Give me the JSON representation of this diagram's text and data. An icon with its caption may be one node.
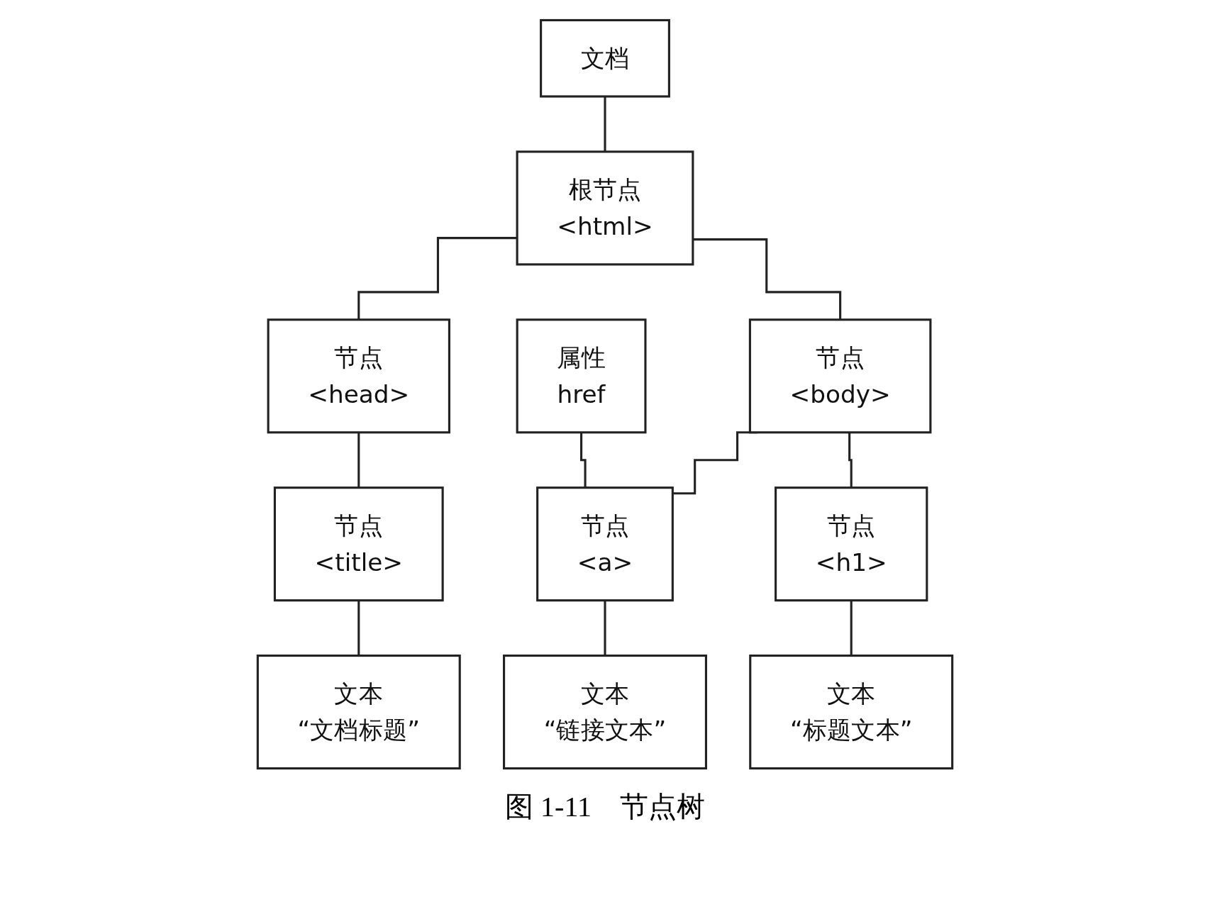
{
  "diagram": {
    "caption": "图 1-11　节点树",
    "nodes": [
      {
        "text": [
          "文档"
        ]
      },
      {
        "text": [
          "根节点",
          "<html>"
        ]
      },
      {
        "text": [
          "节点",
          "<head>"
        ]
      },
      {
        "text": [
          "节点",
          "<body>"
        ]
      },
      {
        "text": [
          "节点",
          "<title>"
        ]
      },
      {
        "text": [
          "属性",
          "href"
        ]
      },
      {
        "text": [
          "节点",
          "<a>"
        ]
      },
      {
        "text": [
          "节点",
          "<h1>"
        ]
      },
      {
        "text": [
          "文本",
          "“文档标题”"
        ]
      },
      {
        "text": [
          "文本",
          "“链接文本”"
        ]
      },
      {
        "text": [
          "文本",
          "“标题文本”"
        ]
      }
    ],
    "edges": [
      {
        "from": 0,
        "to": 1,
        "arrow": "none"
      },
      {
        "from": 1,
        "to": 2,
        "arrow": "none"
      },
      {
        "from": 1,
        "to": 3,
        "arrow": "none"
      },
      {
        "from": 2,
        "to": 4,
        "arrow": "none"
      },
      {
        "from": 3,
        "to": 6,
        "arrow": "none"
      },
      {
        "from": 3,
        "to": 7,
        "arrow": "none"
      },
      {
        "from": 5,
        "to": 6,
        "arrow": "none"
      },
      {
        "from": 4,
        "to": 8,
        "arrow": "none"
      },
      {
        "from": 6,
        "to": 9,
        "arrow": "none"
      },
      {
        "from": 7,
        "to": 10,
        "arrow": "none"
      }
    ]
  }
}
